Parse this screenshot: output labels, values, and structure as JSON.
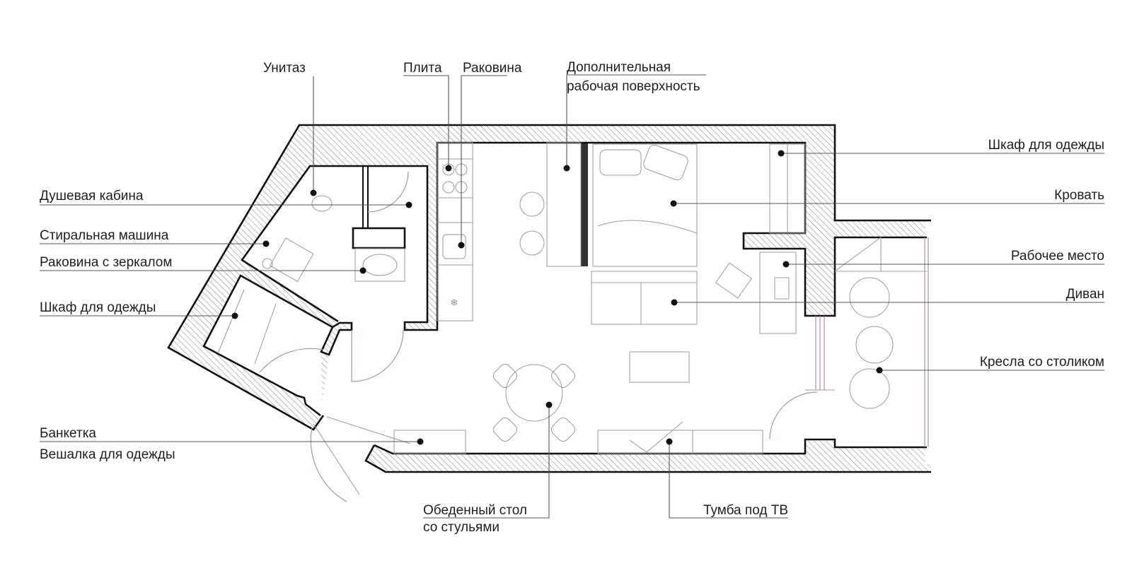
{
  "labels": {
    "toilet": "Унитаз",
    "stove": "Плита",
    "kitchen_sink": "Раковина",
    "extra_worktop": [
      "Дополнительная",
      "рабочая поверхность"
    ],
    "shower": "Душевая кабина",
    "washing_machine": "Стиральная машина",
    "sink_mirror": "Раковина с зеркалом",
    "wardrobe_left": "Шкаф для одежды",
    "bench": "Банкетка",
    "coat_rack": "Вешалка для одежды",
    "wardrobe_right": "Шкаф для одежды",
    "bed": "Кровать",
    "workplace": "Рабочее место",
    "sofa": "Диван",
    "armchairs": "Кресла со столиком",
    "dining": [
      "Обеденный стол",
      "со стульями"
    ],
    "tv_stand": "Тумба под ТВ"
  },
  "colors": {
    "wall": "#111111",
    "hatch": "#6a6a6a",
    "furniture": "#9a9a9a",
    "door_swing": "#b58ab5"
  }
}
